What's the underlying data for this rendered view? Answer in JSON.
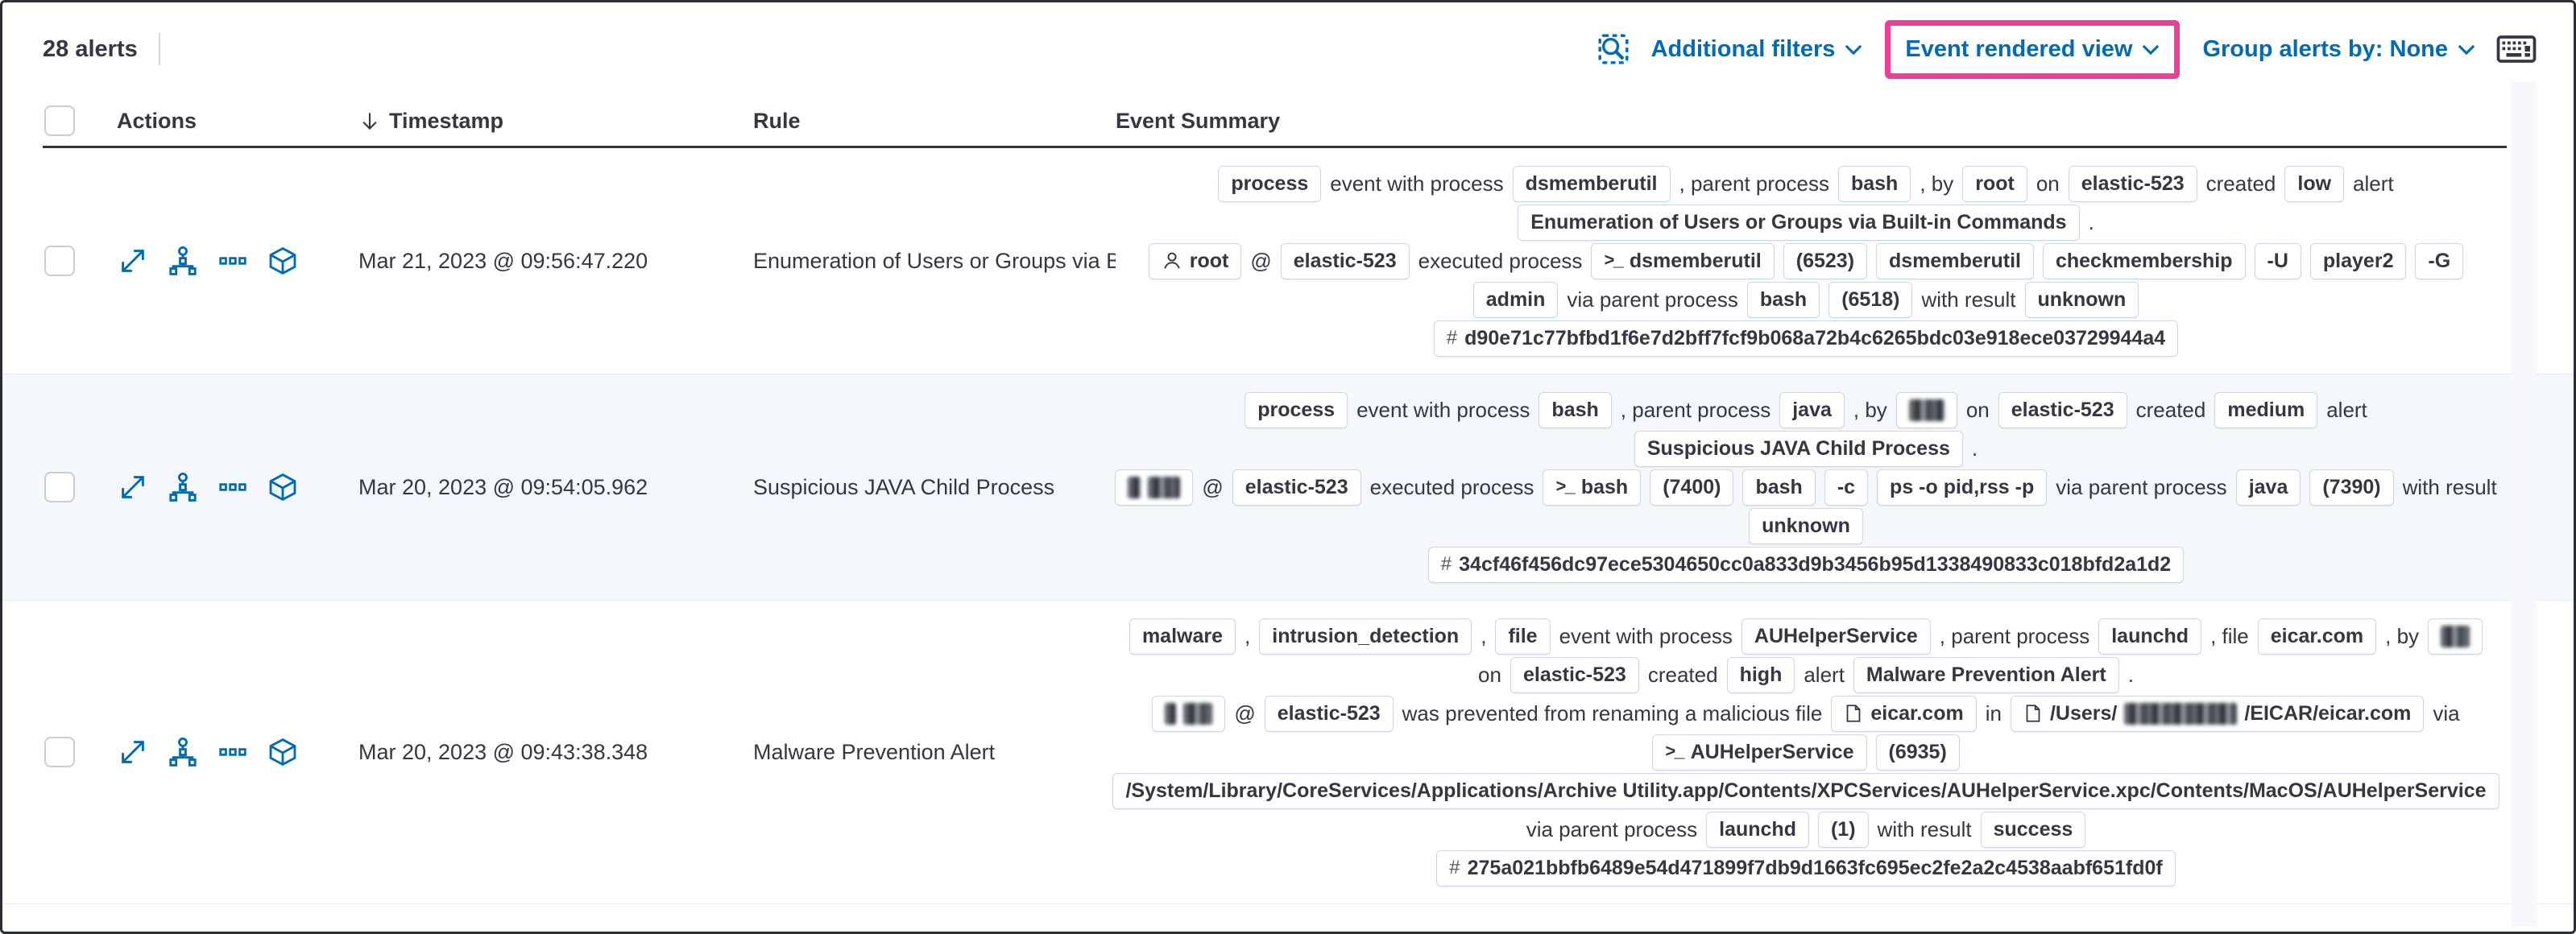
{
  "colors": {
    "accent_pink": "#ed3f97",
    "link_blue": "#006bb4",
    "text_dark": "#343741",
    "striped_row_bg": "#f4f7fb",
    "badge_border": "#cdd6e4"
  },
  "toolbar": {
    "alert_count": "28 alerts",
    "inspect_icon": "inspect-icon",
    "additional_filters_label": "Additional filters",
    "view_selector_label": "Event rendered view",
    "group_by_label": "Group alerts by: None",
    "keyboard_icon": "keyboard-icon"
  },
  "table": {
    "columns": [
      "Actions",
      "Timestamp",
      "Rule",
      "Event Summary"
    ],
    "sort": {
      "column": "Timestamp",
      "direction": "descending"
    },
    "action_icons": [
      "expand-alert",
      "analyze-event",
      "more-actions",
      "session-view"
    ],
    "rows": [
      {
        "timestamp": "Mar 21, 2023 @ 09:56:47.220",
        "rule": "Enumeration of Users or Groups via Bui",
        "striped": false,
        "summary": [
          [
            {
              "badge": "process"
            },
            {
              "text": "event with process"
            },
            {
              "badge": "dsmemberutil"
            },
            {
              "text": ", parent process"
            },
            {
              "badge": "bash"
            },
            {
              "text": ", by"
            },
            {
              "badge": "root"
            },
            {
              "text": "on"
            },
            {
              "badge": "elastic-523"
            },
            {
              "text": "created"
            },
            {
              "badge": "low"
            },
            {
              "text": "alert"
            }
          ],
          [
            {
              "badge": "Enumeration of Users or Groups via Built-in Commands"
            },
            {
              "text": "."
            }
          ],
          [
            {
              "badge": "root",
              "icon": "user"
            },
            {
              "text": "@"
            },
            {
              "badge": "elastic-523"
            },
            {
              "text": "executed process"
            },
            {
              "badge": "dsmemberutil",
              "icon": "terminal"
            },
            {
              "badge": "(6523)"
            },
            {
              "badge": "dsmemberutil"
            },
            {
              "badge": "checkmembership"
            },
            {
              "badge": "-U"
            },
            {
              "badge": "player2"
            },
            {
              "badge": "-G"
            }
          ],
          [
            {
              "badge": "admin"
            },
            {
              "text": "via parent process"
            },
            {
              "badge": "bash"
            },
            {
              "badge": "(6518)"
            },
            {
              "text": "with result"
            },
            {
              "badge": "unknown"
            }
          ],
          [
            {
              "badge": "d90e71c77bfbd1f6e7d2bff7fcf9b068a72b4c6265bdc03e918ece03729944a4",
              "icon": "hash"
            }
          ]
        ]
      },
      {
        "timestamp": "Mar 20, 2023 @ 09:54:05.962",
        "rule": "Suspicious JAVA Child Process",
        "striped": true,
        "summary": [
          [
            {
              "badge": "process"
            },
            {
              "text": "event with process"
            },
            {
              "badge": "bash"
            },
            {
              "text": ", parent process"
            },
            {
              "badge": "java"
            },
            {
              "text": ", by"
            },
            {
              "parts": [
                {
                  "redacted": 44
                }
              ]
            },
            {
              "text": "on"
            },
            {
              "badge": "elastic-523"
            },
            {
              "text": "created"
            },
            {
              "badge": "medium"
            },
            {
              "text": "alert"
            }
          ],
          [
            {
              "badge": "Suspicious JAVA Child Process"
            },
            {
              "text": "."
            }
          ],
          [
            {
              "parts": [
                {
                  "redacted": 16
                },
                {
                  "redacted": 40
                }
              ]
            },
            {
              "text": "@"
            },
            {
              "badge": "elastic-523"
            },
            {
              "text": "executed process"
            },
            {
              "badge": "bash",
              "icon": "terminal"
            },
            {
              "badge": "(7400)"
            },
            {
              "badge": "bash"
            },
            {
              "badge": "-c"
            },
            {
              "badge": "ps -o pid,rss -p"
            },
            {
              "text": "via parent process"
            },
            {
              "badge": "java"
            },
            {
              "badge": "(7390)"
            },
            {
              "text": "with result"
            }
          ],
          [
            {
              "badge": "unknown"
            }
          ],
          [
            {
              "badge": "34cf46f456dc97ece5304650cc0a833d9b3456b95d1338490833c018bfd2a1d2",
              "icon": "hash"
            }
          ]
        ]
      },
      {
        "timestamp": "Mar 20, 2023 @ 09:43:38.348",
        "rule": "Malware Prevention Alert",
        "striped": false,
        "summary": [
          [
            {
              "badge": "malware"
            },
            {
              "text": ","
            },
            {
              "badge": "intrusion_detection"
            },
            {
              "text": ","
            },
            {
              "badge": "file"
            },
            {
              "text": "event with process"
            },
            {
              "badge": "AUHelperService"
            },
            {
              "text": ", parent process"
            },
            {
              "badge": "launchd"
            },
            {
              "text": ", file"
            },
            {
              "badge": "eicar.com"
            },
            {
              "text": ", by"
            },
            {
              "parts": [
                {
                  "redacted": 36
                }
              ]
            }
          ],
          [
            {
              "text": "on"
            },
            {
              "badge": "elastic-523"
            },
            {
              "text": "created"
            },
            {
              "badge": "high"
            },
            {
              "text": "alert"
            },
            {
              "badge": "Malware Prevention Alert"
            },
            {
              "text": "."
            }
          ],
          [
            {
              "parts": [
                {
                  "redacted": 14
                },
                {
                  "redacted": 36
                }
              ]
            },
            {
              "text": "@"
            },
            {
              "badge": "elastic-523"
            },
            {
              "text": "was prevented from renaming a malicious file"
            },
            {
              "badge": "eicar.com",
              "icon": "file"
            },
            {
              "text": "in"
            },
            {
              "icon": "file",
              "parts": [
                {
                  "text": "/Users/"
                },
                {
                  "redacted": 140
                },
                {
                  "text": "/EICAR/eicar.com"
                }
              ]
            },
            {
              "text": "via"
            }
          ],
          [
            {
              "badge": "AUHelperService",
              "icon": "terminal"
            },
            {
              "badge": "(6935)"
            }
          ],
          [
            {
              "badge": "/System/Library/CoreServices/Applications/Archive Utility.app/Contents/XPCServices/AUHelperService.xpc/Contents/MacOS/AUHelperService"
            }
          ],
          [
            {
              "text": "via parent process"
            },
            {
              "badge": "launchd"
            },
            {
              "badge": "(1)"
            },
            {
              "text": "with result"
            },
            {
              "badge": "success"
            }
          ],
          [
            {
              "badge": "275a021bbfb6489e54d471899f7db9d1663fc695ec2fe2a2c4538aabf651fd0f",
              "icon": "hash"
            }
          ]
        ]
      }
    ]
  }
}
